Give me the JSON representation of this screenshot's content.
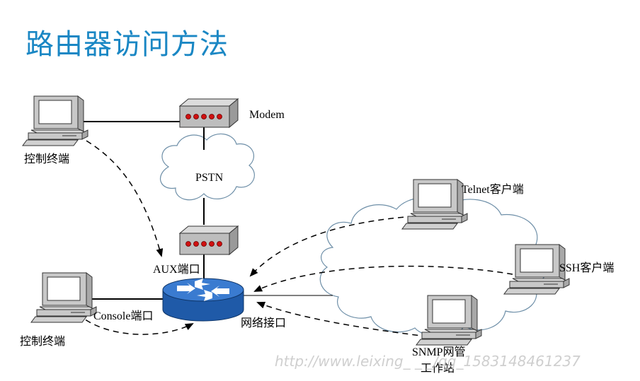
{
  "title": "路由器访问方法",
  "labels": {
    "modem": "Modem",
    "pstn": "PSTN",
    "aux_port": "AUX端口",
    "console_port": "Console端口",
    "network_port": "网络接口",
    "terminal_top": "控制终端",
    "terminal_bottom": "控制终端",
    "telnet": "Telnet客户端",
    "ssh": "SSH客户端",
    "snmp_line1": "SNMP网管",
    "snmp_line2": "工作站"
  },
  "watermark": "http://www.leixing_ _ _/qq_1583148461237",
  "colors": {
    "title": "#1a87c4",
    "router_top": "#3a7bd0",
    "router_side": "#1f5aa8",
    "modem_led": "#d01010",
    "modem_body": "#bdbdbd",
    "pc_screen": "#ffffff",
    "pc_body": "#c8c8c8",
    "cloud_stroke": "#6e8fa8"
  }
}
